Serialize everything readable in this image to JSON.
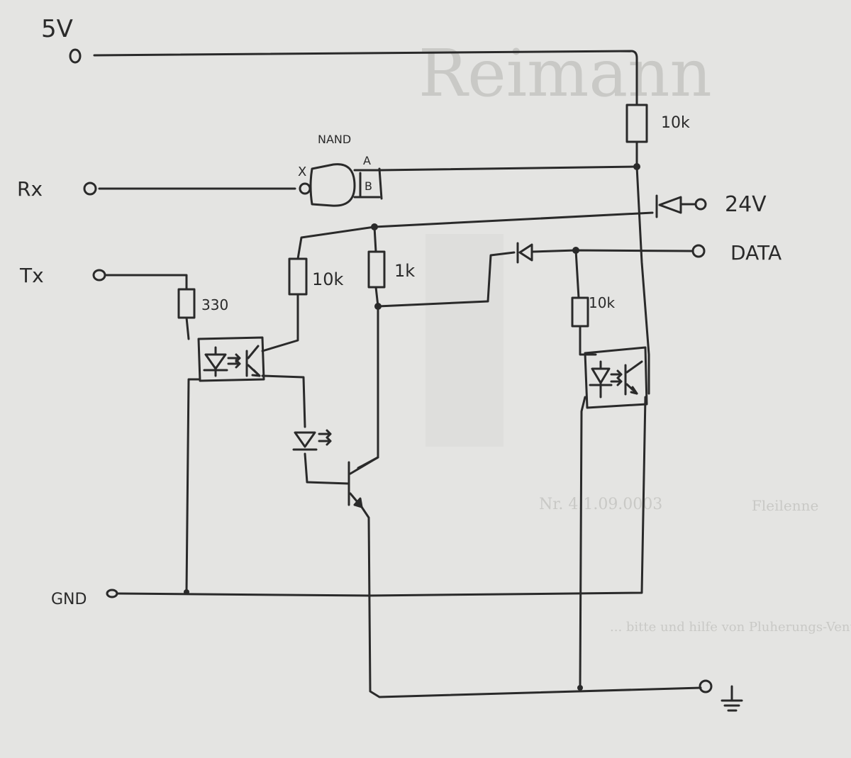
{
  "labels": {
    "v5": "5V",
    "rx": "Rx",
    "tx": "Tx",
    "gnd": "GND",
    "v24": "24V",
    "data": "DATA",
    "nand": "NAND",
    "nand_in_x": "X",
    "nand_in_a": "A",
    "nand_in_b": "B",
    "r_pullup_5v": "10k",
    "r_tx": "330",
    "r_opto1_collector": "10k",
    "r_1k": "1k",
    "r_opto2_led": "10k"
  },
  "background_text": {
    "brand": "Reimann",
    "line1": "Nr. 4.1.09.0003",
    "line2": "Fleilenne",
    "line3": "... bitte und hilfe von Pluherungs-Ventilheiz- haben"
  },
  "colors": {
    "ink": "#2a2a2a",
    "paper": "#e4e4e2",
    "ghost": "#c9c9c6"
  }
}
